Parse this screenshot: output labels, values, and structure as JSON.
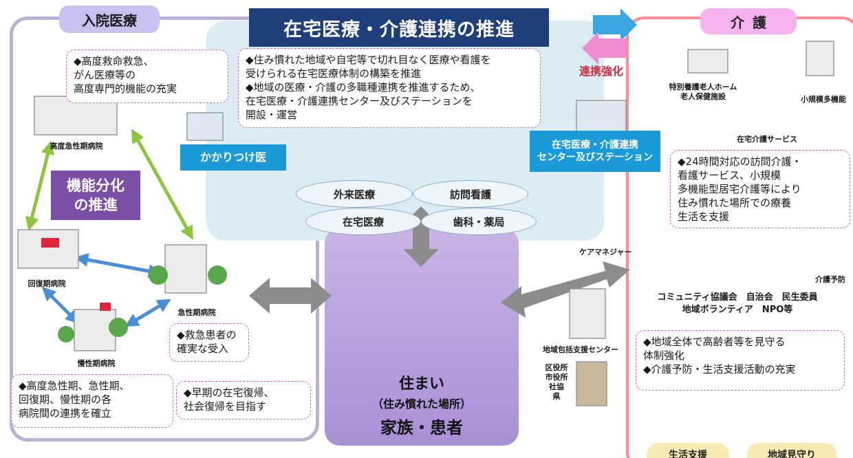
{
  "left": {
    "title": "入院医療",
    "kino_line1": "機能分化",
    "kino_line2": "の推進",
    "box_top": "◆高度救命救急、\nがん医療等の\n高度専門的機能の充実",
    "box_emergency": "◆救急患者の\n確実な受入",
    "box_bottom_left": "◆高度急性期、急性期、\n回復期、慢性期の各\n病院間の連携を確立",
    "box_bottom_right": "◆早期の在宅復帰、\n社会復帰を目指す",
    "hosp_advanced": "高度急性期病院",
    "hosp_recovery": "回復期病院",
    "hosp_acute": "急性期病院",
    "hosp_chronic": "慢性期病院"
  },
  "center": {
    "title": "在宅医療・介護連携の推進",
    "desc": "◆住み慣れた地域や自宅等で切れ目なく医療や看護を\n受けられる在宅医療体制の構築を推進\n◆地域の医療・介護の多職種連携を推進するため、\n在宅医療・介護連携センター及びステーションを\n開設・運営",
    "kakaritsuke": "かかりつけ医",
    "center_station": "在宅医療・介護連携\nセンター及びステーション",
    "ellipses": [
      "外来医療",
      "訪問看護",
      "在宅医療",
      "歯科・薬局"
    ],
    "renkei": "連携強化"
  },
  "house": {
    "line1": "住まい",
    "line2": "（住み慣れた場所）",
    "line3": "家族・患者"
  },
  "mid_right": {
    "care_manager": "ケアマネジャー",
    "support_center": "地域包括支援センター",
    "ward_office": "区役所\n市役所\n社協\n県"
  },
  "right": {
    "title": "介護",
    "facility": "特別養護老人ホーム\n老人保健施設",
    "small_multi": "小規模多機能",
    "home_care": "在宅介護サービス",
    "box_care": "◆24時間対応の訪問介護・\n看護サービス、小規模\n多機能型居宅介護等により\n住み慣れた場所での療養\n生活を支援",
    "prevention": "介護予防",
    "community": "コミュニティ協議会　自治会　民生委員\n地域ボランティア　NPO等",
    "box_community": "◆地域全体で高齢者等を見守る\n体制強化\n◆介護予防・生活支援活動の充実",
    "bottom_pills": [
      "生活支援",
      "地域見守り"
    ]
  },
  "colors": {
    "navy": "#1f3f7a",
    "blue_box": "#1a9bd7",
    "lavender": "#c9c1ef",
    "pink": "#f7b3ef",
    "purple": "#7a4fa6",
    "red": "#e2243b"
  }
}
